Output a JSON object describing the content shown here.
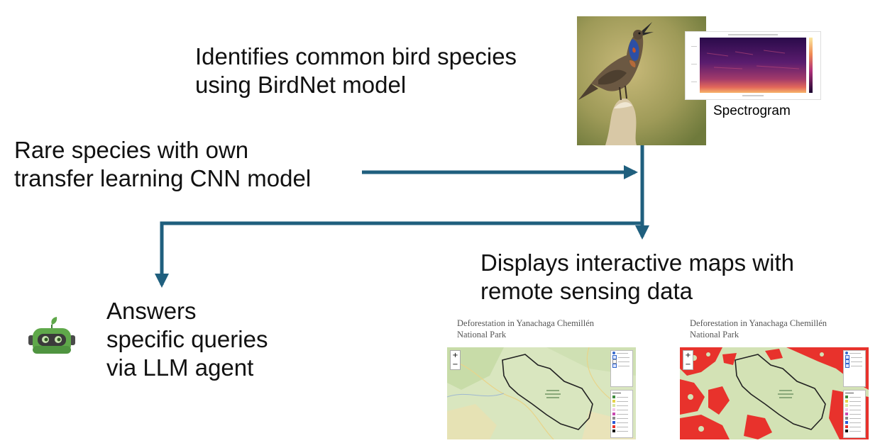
{
  "texts": {
    "birdnet": [
      "Identifies common bird species",
      "using BirdNet model"
    ],
    "rare": [
      "Rare species with own",
      "transfer learning CNN model"
    ],
    "maps": [
      "Displays interactive maps with",
      "remote sensing data"
    ],
    "llm": [
      "Answers",
      "specific queries",
      "via LLM agent"
    ]
  },
  "spectrogram_label": "Spectrogram",
  "map_panels": [
    {
      "title": [
        "Deforestation in Yanachaga Chemillén",
        "National Park"
      ],
      "variant": "land-cover"
    },
    {
      "title": [
        "Deforestation in Yanachaga Chemillén",
        "National Park"
      ],
      "variant": "forest-loss"
    }
  ],
  "colors": {
    "arrow": "#1f5f7e",
    "map_base": "#cfe0b8",
    "forest_loss": "#e8322c",
    "park_boundary": "#222222",
    "robot_green": "#5fa84a"
  },
  "icons": [
    "bird-photo",
    "spectrogram-image",
    "robot-llm-icon",
    "map-zoom-icon",
    "map-layers-icon",
    "map-legend-icon"
  ]
}
